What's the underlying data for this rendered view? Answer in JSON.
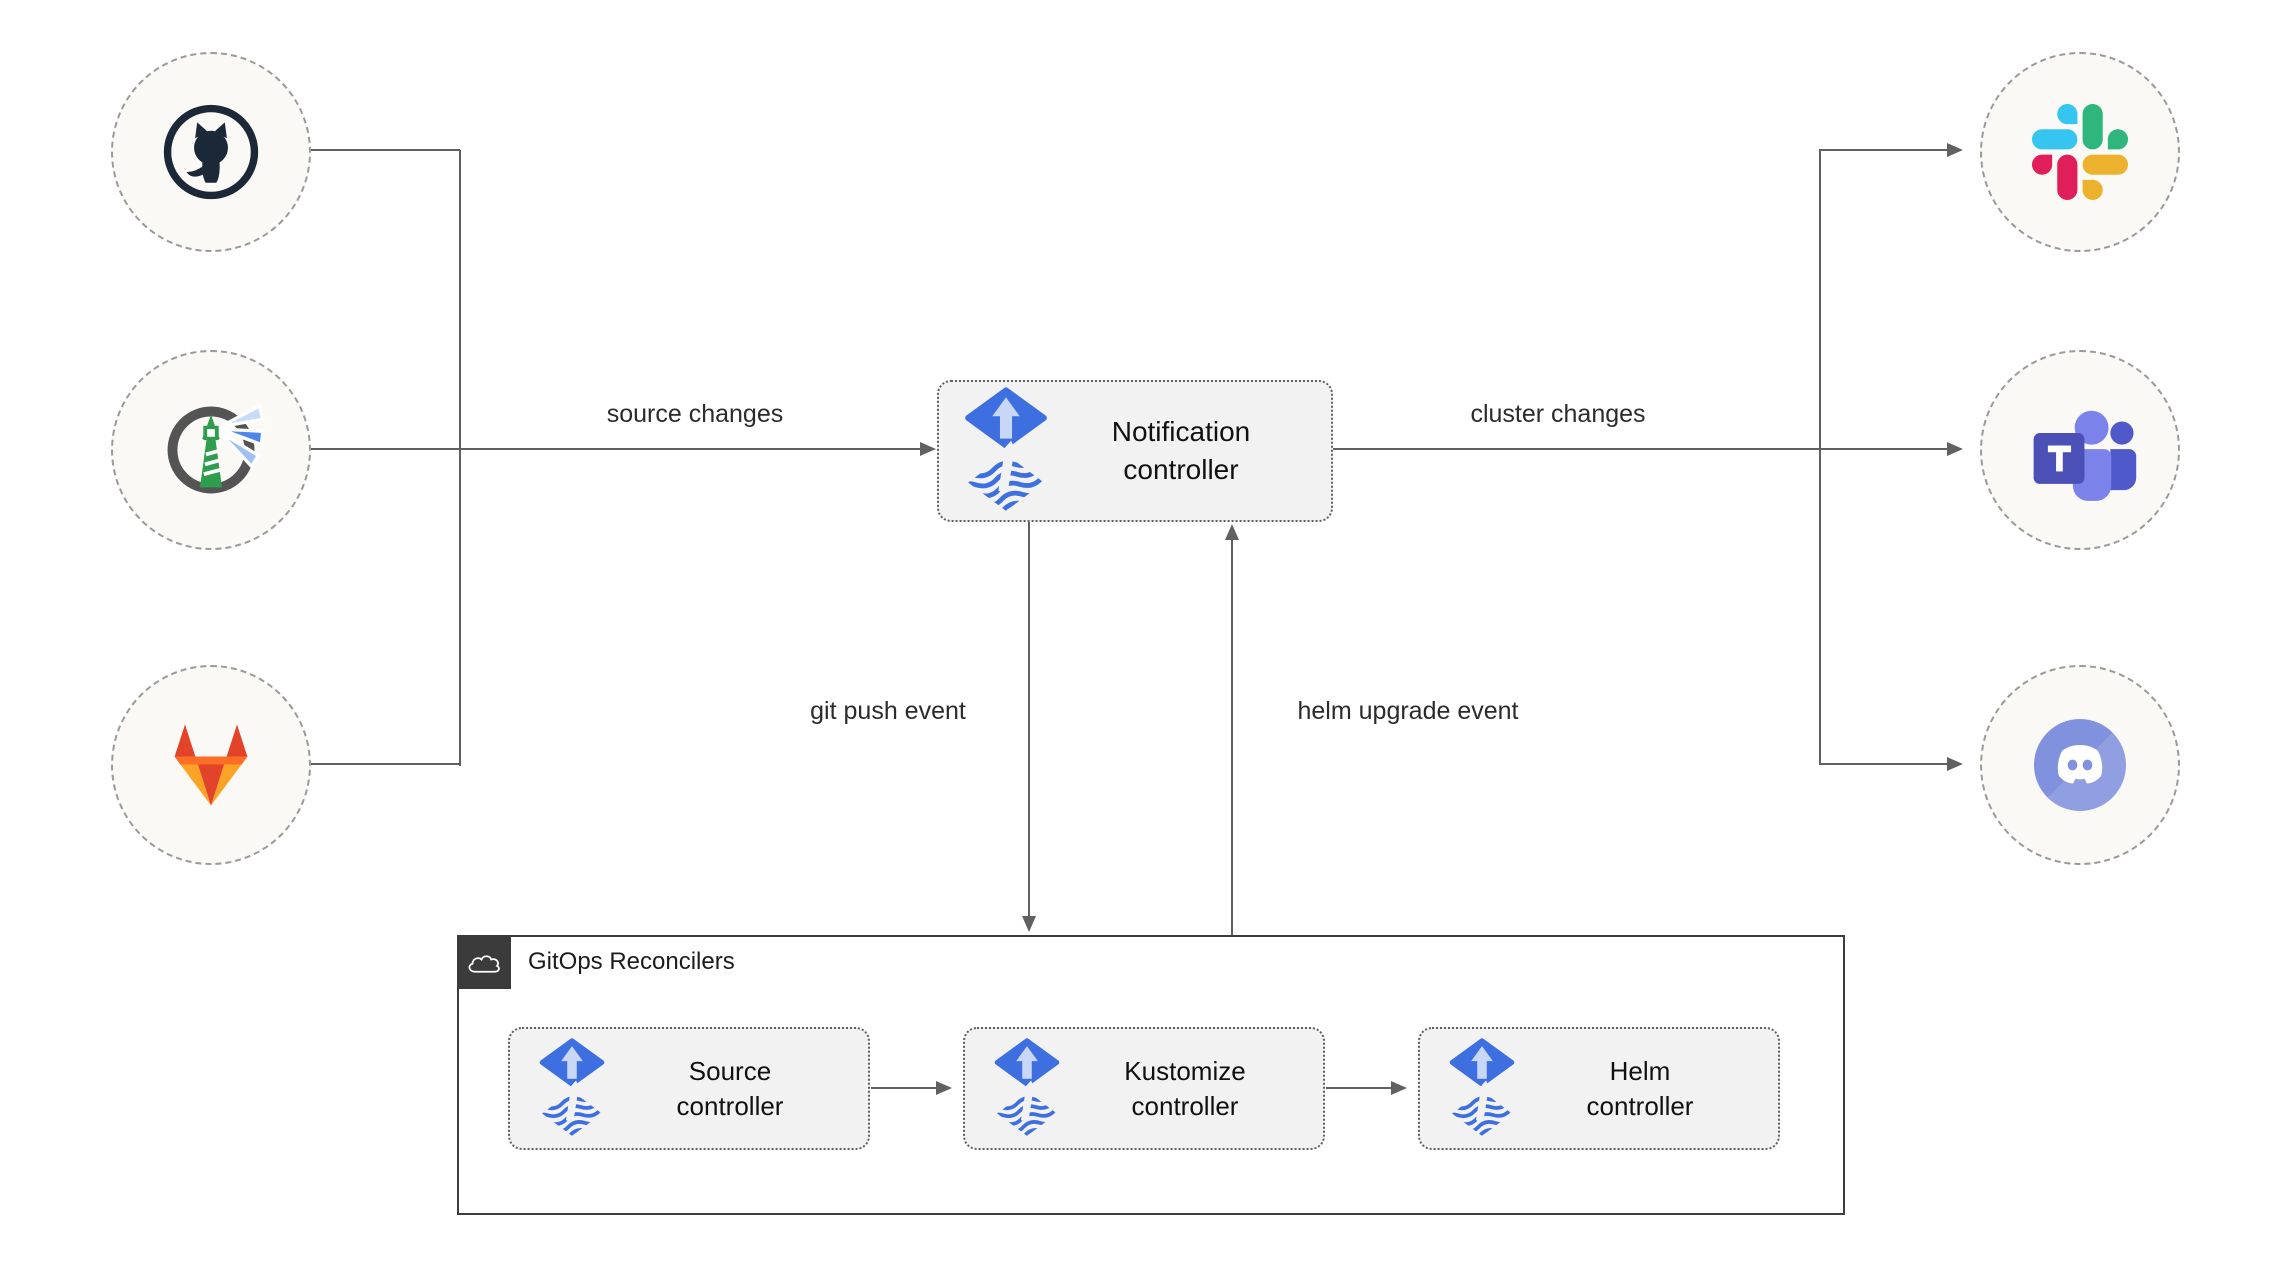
{
  "diagram": {
    "background": "#ffffff",
    "line_color": "#616161",
    "node_fill": "#f2f2f2",
    "circle_fill": "#faf9f6"
  },
  "group": {
    "title": "GitOps Reconcilers",
    "badge_icon": "cloud-icon",
    "badge_color": "#3b3b3b"
  },
  "nodes": {
    "notification": {
      "label": "Notification\ncontroller",
      "icon": "flux-icon"
    },
    "source": {
      "label": "Source\ncontroller",
      "icon": "flux-icon"
    },
    "kustomize": {
      "label": "Kustomize\ncontroller",
      "icon": "flux-icon"
    },
    "helm": {
      "label": "Helm\ncontroller",
      "icon": "flux-icon"
    }
  },
  "sources": [
    {
      "id": "github",
      "icon": "github-icon"
    },
    {
      "id": "harbor",
      "icon": "harbor-icon"
    },
    {
      "id": "gitlab",
      "icon": "gitlab-icon"
    }
  ],
  "notifiers": [
    {
      "id": "slack",
      "icon": "slack-icon"
    },
    {
      "id": "teams",
      "icon": "teams-icon"
    },
    {
      "id": "discord",
      "icon": "discord-icon"
    }
  ],
  "edges": {
    "source_changes": "source changes",
    "cluster_changes": "cluster changes",
    "git_push": "git push event",
    "helm_upgrade": "helm upgrade event"
  },
  "colors": {
    "flux_blue": "#3d6fe0",
    "flux_arrow_light": "#c9d7f6",
    "github_dark": "#1b2838",
    "gitlab_red": "#e24329",
    "gitlab_orange": "#fc6d26",
    "gitlab_amber": "#fca326",
    "harbor_green": "#2e9e4c",
    "harbor_gray": "#545454",
    "slack_blue": "#36c5f0",
    "slack_green": "#2eb67d",
    "slack_red": "#e01e5a",
    "slack_yellow": "#ecb22e",
    "teams_indigo": "#4a50b5",
    "teams_light": "#7b83eb",
    "teams_mid": "#5059c9",
    "discord_blurple": "#8091dd"
  }
}
